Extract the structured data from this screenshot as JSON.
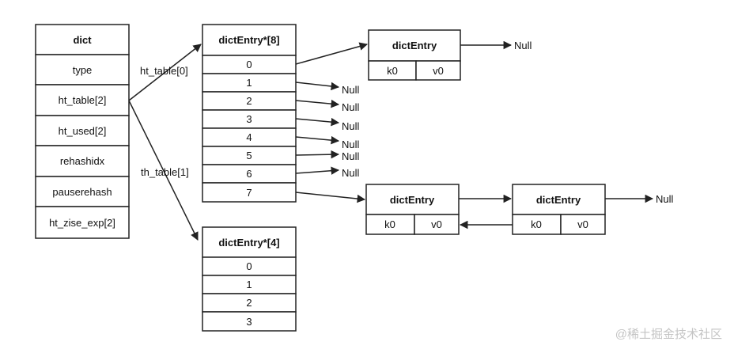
{
  "dict": {
    "title": "dict",
    "fields": [
      "type",
      "ht_table[2]",
      "ht_used[2]",
      "rehashidx",
      "pauserehash",
      "ht_zise_exp[2]"
    ]
  },
  "ht0": {
    "title": "dictEntry*[8]",
    "slots": [
      "0",
      "1",
      "2",
      "3",
      "4",
      "5",
      "6",
      "7"
    ]
  },
  "ht1": {
    "title": "dictEntry*[4]",
    "slots": [
      "0",
      "1",
      "2",
      "3"
    ]
  },
  "entries": {
    "e0": {
      "title": "dictEntry",
      "k": "k0",
      "v": "v0"
    },
    "e7a": {
      "title": "dictEntry",
      "k": "k0",
      "v": "v0"
    },
    "e7b": {
      "title": "dictEntry",
      "k": "k0",
      "v": "v0"
    }
  },
  "labels": {
    "ht_table0": "ht_table[0]",
    "th_table1": "th_table[1]",
    "null": "Null"
  },
  "watermark": "@稀土掘金技术社区"
}
